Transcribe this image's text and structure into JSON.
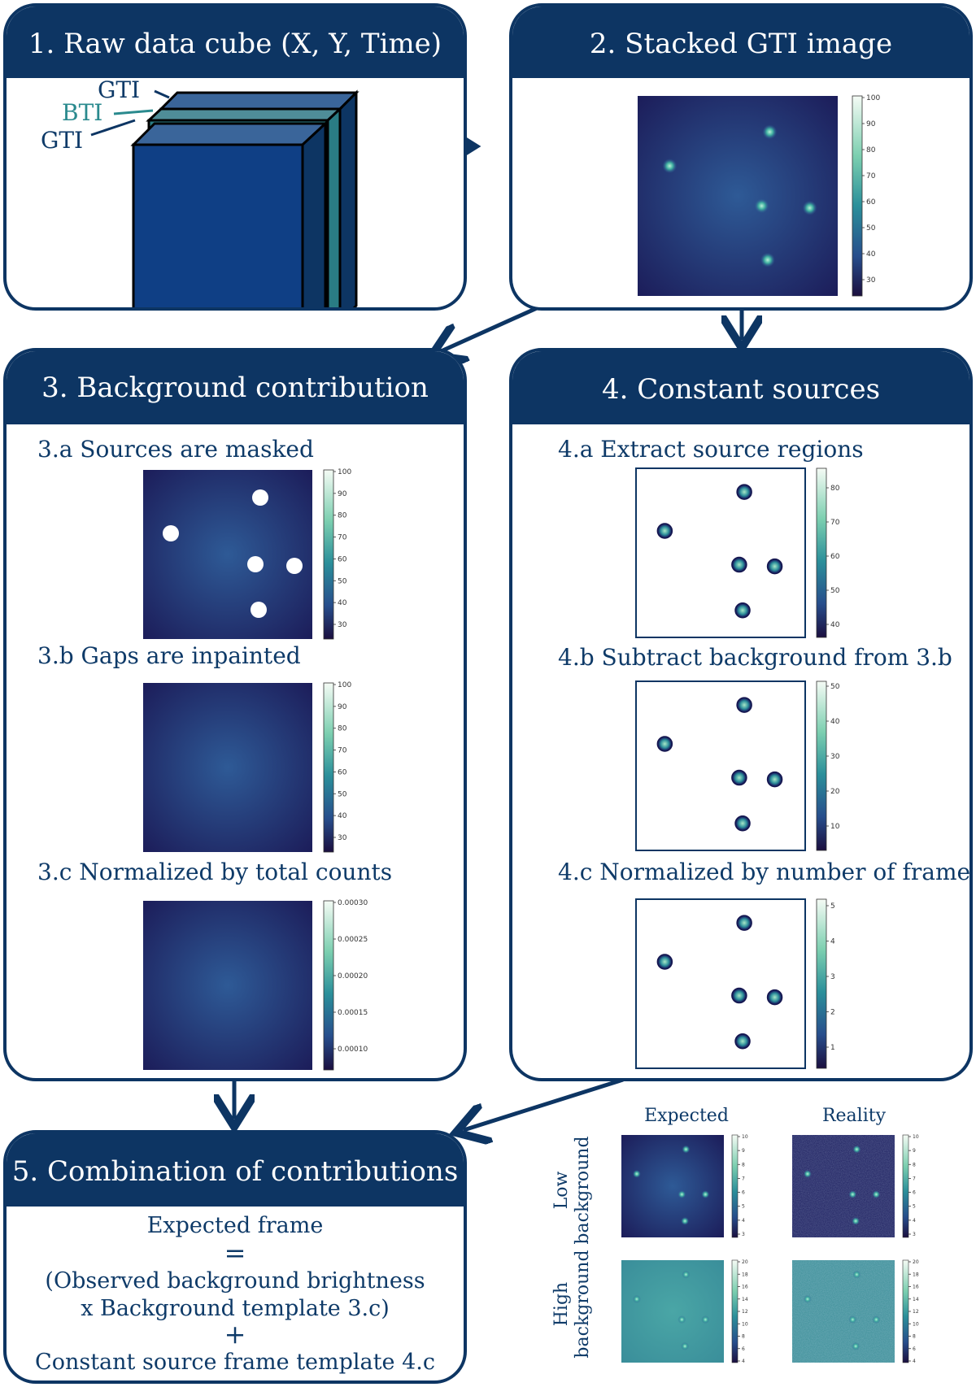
{
  "panels": {
    "p1": {
      "title": "1. Raw data cube (X, Y, Time)",
      "labels": [
        "GTI",
        "BTI",
        "GTI"
      ]
    },
    "p2": {
      "title": "2. Stacked GTI image",
      "ticks": [
        "100",
        "90",
        "80",
        "70",
        "60",
        "50",
        "40",
        "30"
      ]
    },
    "p3": {
      "title": "3. Background contribution",
      "a": {
        "label": "3.a Sources are masked",
        "ticks": [
          "100",
          "90",
          "80",
          "70",
          "60",
          "50",
          "40",
          "30"
        ]
      },
      "b": {
        "label": "3.b Gaps are inpainted",
        "ticks": [
          "100",
          "90",
          "80",
          "70",
          "60",
          "50",
          "40",
          "30"
        ]
      },
      "c": {
        "label": "3.c Normalized by total counts",
        "ticks": [
          "0.00030",
          "0.00025",
          "0.00020",
          "0.00015",
          "0.00010"
        ]
      }
    },
    "p4": {
      "title": "4. Constant sources contribution",
      "a": {
        "label": "4.a Extract source regions",
        "ticks": [
          "80",
          "70",
          "60",
          "50",
          "40"
        ]
      },
      "b": {
        "label": "4.b Subtract background from 3.b",
        "ticks": [
          "50",
          "40",
          "30",
          "20",
          "10"
        ]
      },
      "c": {
        "label": "4.c Normalized by number of frames",
        "ticks": [
          "5",
          "4",
          "3",
          "2",
          "1"
        ]
      }
    },
    "p5": {
      "title": "5. Combination of contributions",
      "formula": {
        "line1": "Expected frame",
        "eq": "=",
        "line2": "(Observed background brightness",
        "line3": "x Background template 3.c)",
        "plus": "+",
        "line4": "Constant source frame template 4.c"
      }
    }
  },
  "comparison": {
    "col_expected": "Expected",
    "col_reality": "Reality",
    "row_low": {
      "line1": "Low",
      "line2": "background"
    },
    "row_high": {
      "line1": "High",
      "line2": "background"
    },
    "low_ticks": [
      "10",
      "9",
      "8",
      "7",
      "6",
      "5",
      "4",
      "3"
    ],
    "high_ticks": [
      "20",
      "18",
      "16",
      "14",
      "12",
      "10",
      "8",
      "6",
      "4"
    ]
  },
  "colors": {
    "navy": "#0d3563",
    "teal": "#2a8a8e",
    "cube_front": "#0f3f85",
    "cube_top": "#3a659a"
  }
}
